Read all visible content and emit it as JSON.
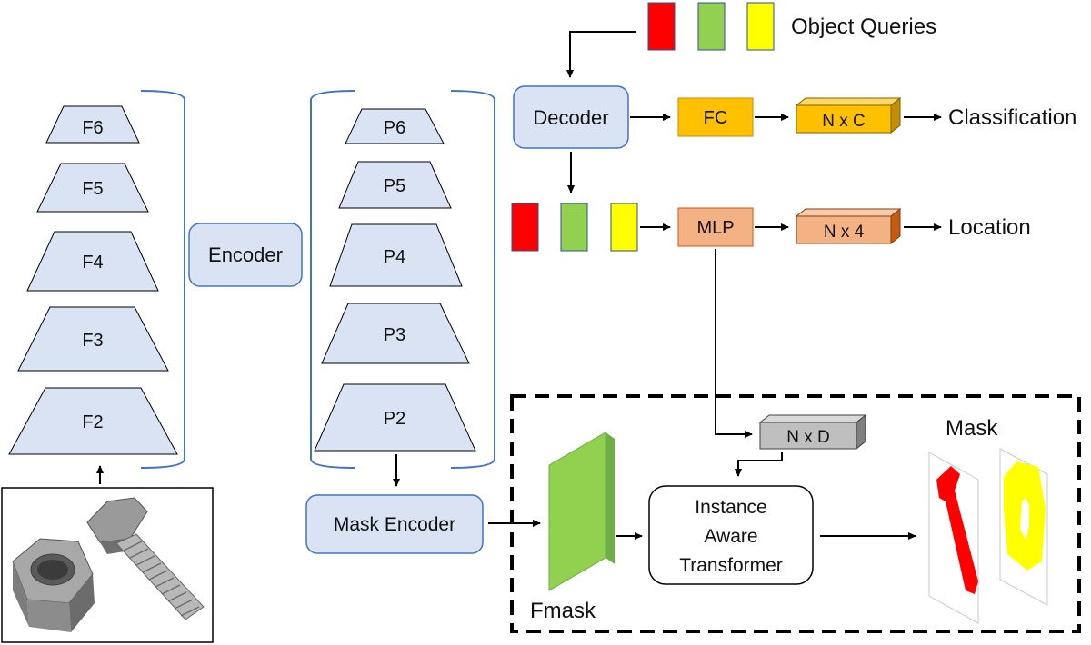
{
  "feature_pyramid": [
    "F6",
    "F5",
    "F4",
    "F3",
    "F2"
  ],
  "pyramid_outputs": [
    "P6",
    "P5",
    "P4",
    "P3",
    "P2"
  ],
  "modules": {
    "encoder": "Encoder",
    "decoder": "Decoder",
    "mask_encoder": "Mask Encoder",
    "fc": "FC",
    "mlp": "MLP",
    "transformer": [
      "Instance",
      "Aware",
      "Transformer"
    ]
  },
  "tensors": {
    "class_out": "N x C",
    "loc_out": "N x 4",
    "mask_emb": "N x D",
    "fmask": "Fmask"
  },
  "outputs": {
    "object_queries": "Object Queries",
    "classification": "Classification",
    "location": "Location",
    "mask": "Mask"
  },
  "colors": {
    "pyramid_fill": "#dae3f3",
    "module_fill": "#dae3f3",
    "module_stroke": "#4472c4",
    "bracket": "#4472c4",
    "fc_fill": "#ffc000",
    "mlp_fill": "#f4b183",
    "gray_fill": "#bfbfbf",
    "fmask_fill": "#92d050",
    "query_red": "#ff0000",
    "query_green": "#92d050",
    "query_yellow": "#ffff00",
    "mask_red": "#ff0000",
    "mask_yellow": "#ffff00"
  },
  "input_image": "bolt-and-nut-photo"
}
